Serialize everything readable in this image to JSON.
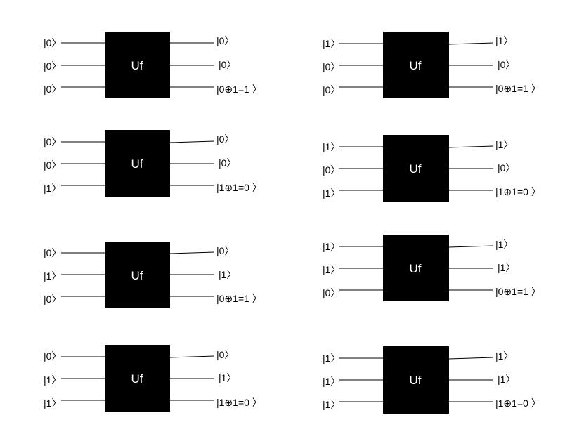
{
  "circuits": [
    {
      "gate_label": "Uf",
      "inputs": [
        "|0〉",
        "|0〉",
        "|0〉"
      ],
      "outputs": [
        "|0〉",
        "|0〉",
        "|0⊕1=1 〉"
      ]
    },
    {
      "gate_label": "Uf",
      "inputs": [
        "|1〉",
        "|0〉",
        "|0〉"
      ],
      "outputs": [
        "|1〉",
        "|0〉",
        "|0⊕1=1 〉"
      ]
    },
    {
      "gate_label": "Uf",
      "inputs": [
        "|0〉",
        "|0〉",
        "|1〉"
      ],
      "outputs": [
        "|0〉",
        "|0〉",
        "|1⊕1=0 〉"
      ]
    },
    {
      "gate_label": "Uf",
      "inputs": [
        "|1〉",
        "|0〉",
        "|1〉"
      ],
      "outputs": [
        "|1〉",
        "|0〉",
        "|1⊕1=0 〉"
      ]
    },
    {
      "gate_label": "Uf",
      "inputs": [
        "|0〉",
        "|1〉",
        "|0〉"
      ],
      "outputs": [
        "|0〉",
        "|1〉",
        "|0⊕1=1 〉"
      ]
    },
    {
      "gate_label": "Uf",
      "inputs": [
        "|1〉",
        "|1〉",
        "|0〉"
      ],
      "outputs": [
        "|1〉",
        "|1〉",
        "|0⊕1=1 〉"
      ]
    },
    {
      "gate_label": "Uf",
      "inputs": [
        "|0〉",
        "|1〉",
        "|1〉"
      ],
      "outputs": [
        "|0〉",
        "|1〉",
        "|1⊕1=0 〉"
      ]
    },
    {
      "gate_label": "Uf",
      "inputs": [
        "|1〉",
        "|1〉",
        "|1〉"
      ],
      "outputs": [
        "|1〉",
        "|1〉",
        "|1⊕1=0 〉"
      ]
    }
  ]
}
